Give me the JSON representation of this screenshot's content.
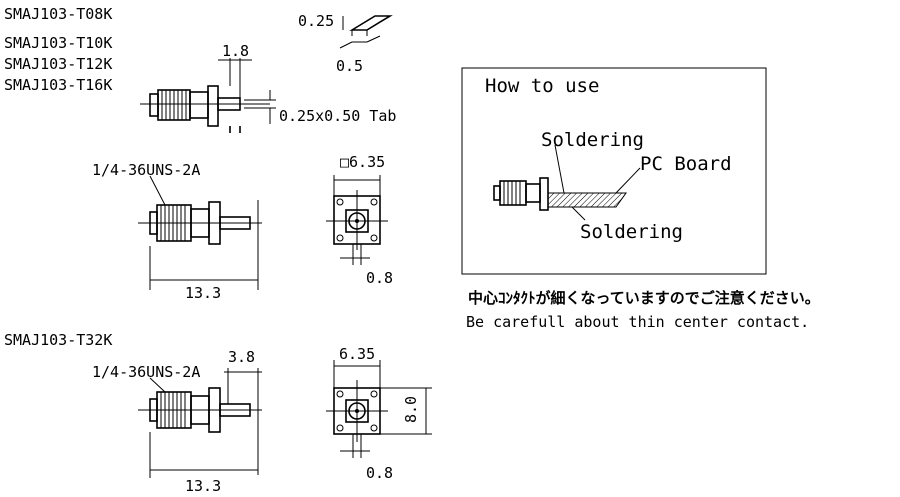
{
  "part_numbers_top": [
    "SMAJ103-T08K",
    "SMAJ103-T10K",
    "SMAJ103-T12K",
    "SMAJ103-T16K"
  ],
  "part_number_bottom": "SMAJ103-T32K",
  "dims": {
    "tab_thickness": "0.25",
    "tab_width": "0.5",
    "pin_offset": "1.8",
    "tab_label": "0.25x0.50 Tab",
    "thread_top": "1/4-36UNS-2A",
    "length_top": "13.3",
    "flange_square": "□6.35",
    "pin_top": "0.8",
    "thread_bottom": "1/4-36UNS-2A",
    "offset_bottom": "3.8",
    "length_bottom": "13.3",
    "flange_bottom": "6.35",
    "height_bottom": "8.0",
    "pin_bottom": "0.8"
  },
  "how_to_use": {
    "title": "How to use",
    "soldering_top": "Soldering",
    "pc_board": "PC Board",
    "soldering_bottom": "Soldering"
  },
  "note": {
    "japanese": "中心ｺﾝﾀｸﾄが細くなっていますのでご注意ください。",
    "english": "Be carefull about thin center contact."
  }
}
